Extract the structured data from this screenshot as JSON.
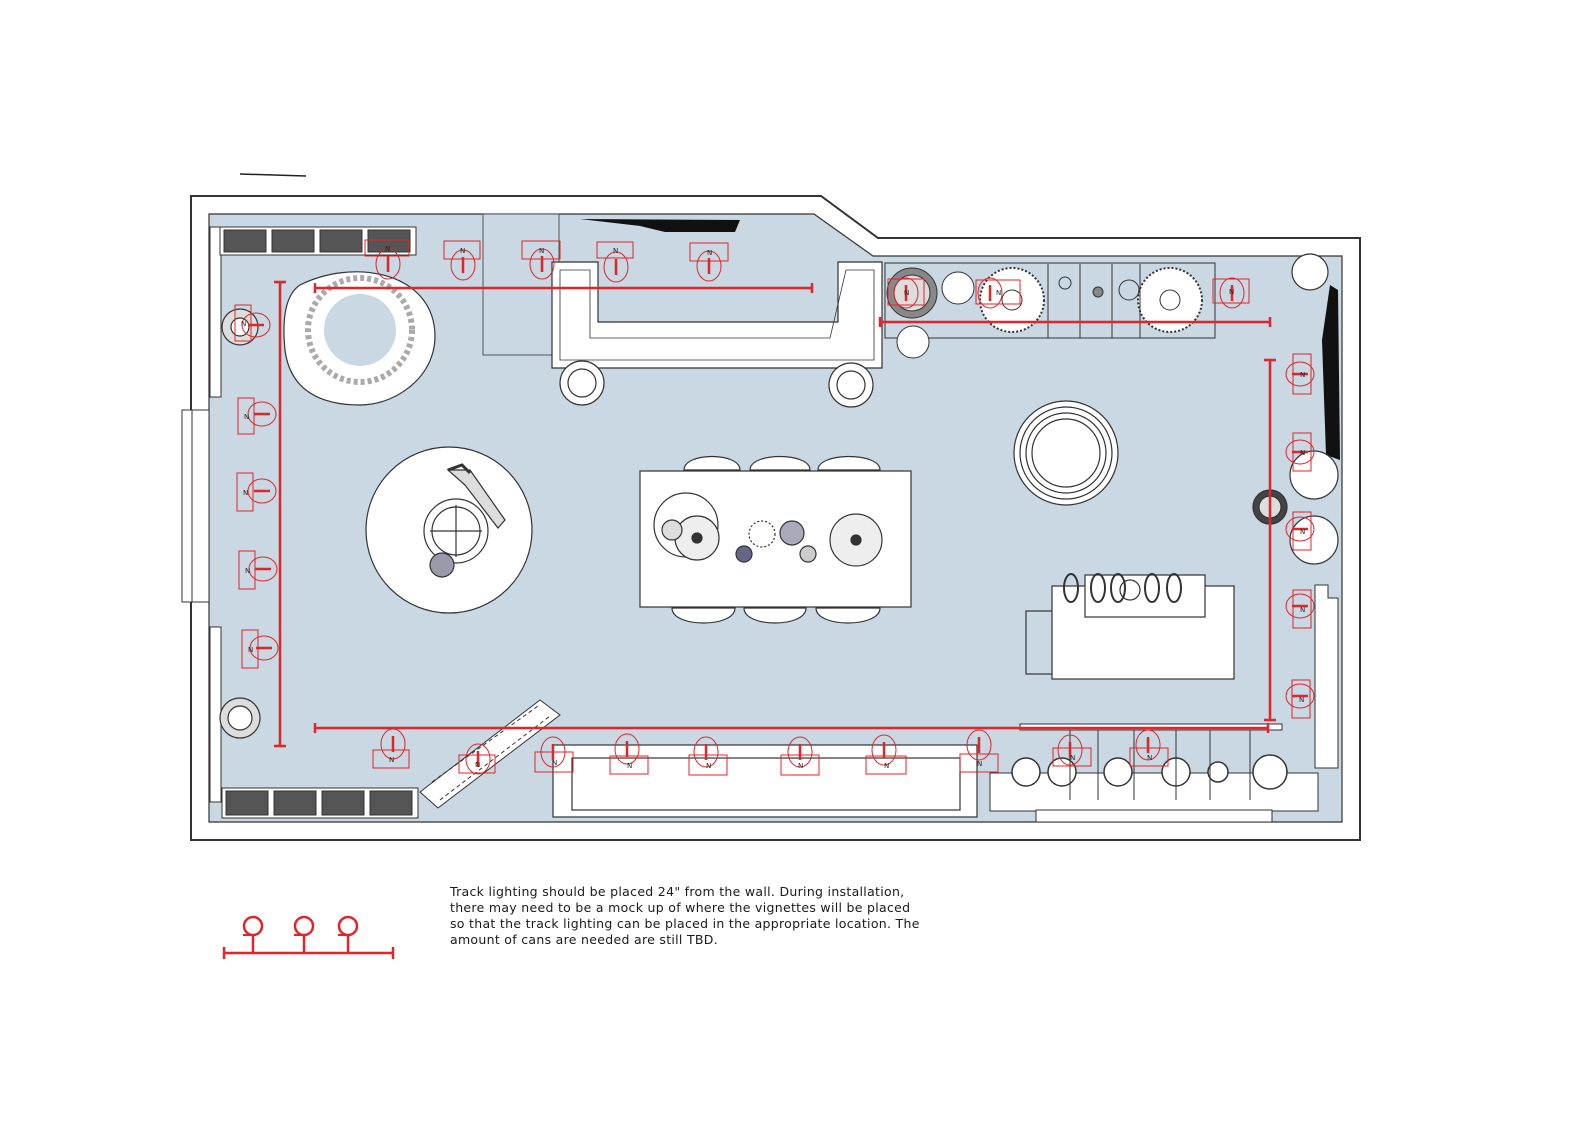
{
  "fixture_symbol": "N",
  "note": {
    "lines": [
      "Track lighting should be placed 24\" from the wall. During installation,",
      "there may need to be a mock up of where the vignettes will be placed",
      "so that the track lighting can be placed in the appropriate location. The",
      "amount of cans are needed are still TBD."
    ]
  },
  "colors": {
    "track": "#e0262a",
    "floor": "#c9d8e2",
    "wall": "#333333"
  }
}
